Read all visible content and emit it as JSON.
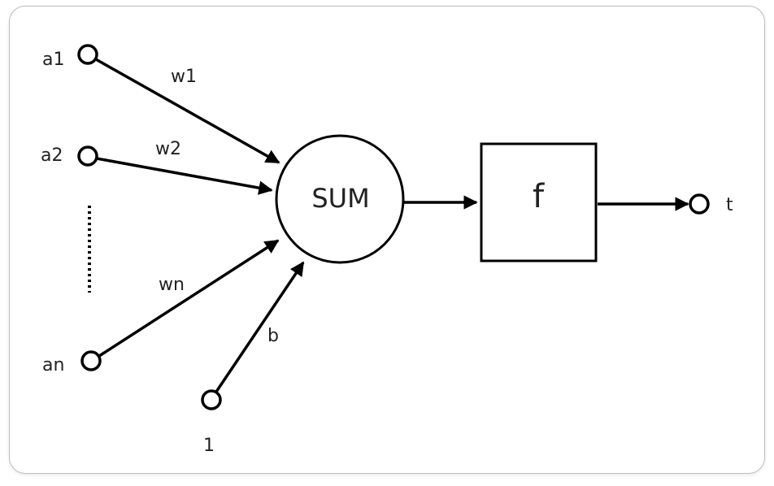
{
  "inputs": [
    {
      "label": "a1",
      "weight": "w1"
    },
    {
      "label": "a2",
      "weight": "w2"
    },
    {
      "label": "an",
      "weight": "wn"
    }
  ],
  "bias": {
    "label": "1",
    "weight": "b"
  },
  "sum_node": {
    "label": "SUM"
  },
  "activation": {
    "label": "f"
  },
  "output": {
    "label": "t"
  }
}
